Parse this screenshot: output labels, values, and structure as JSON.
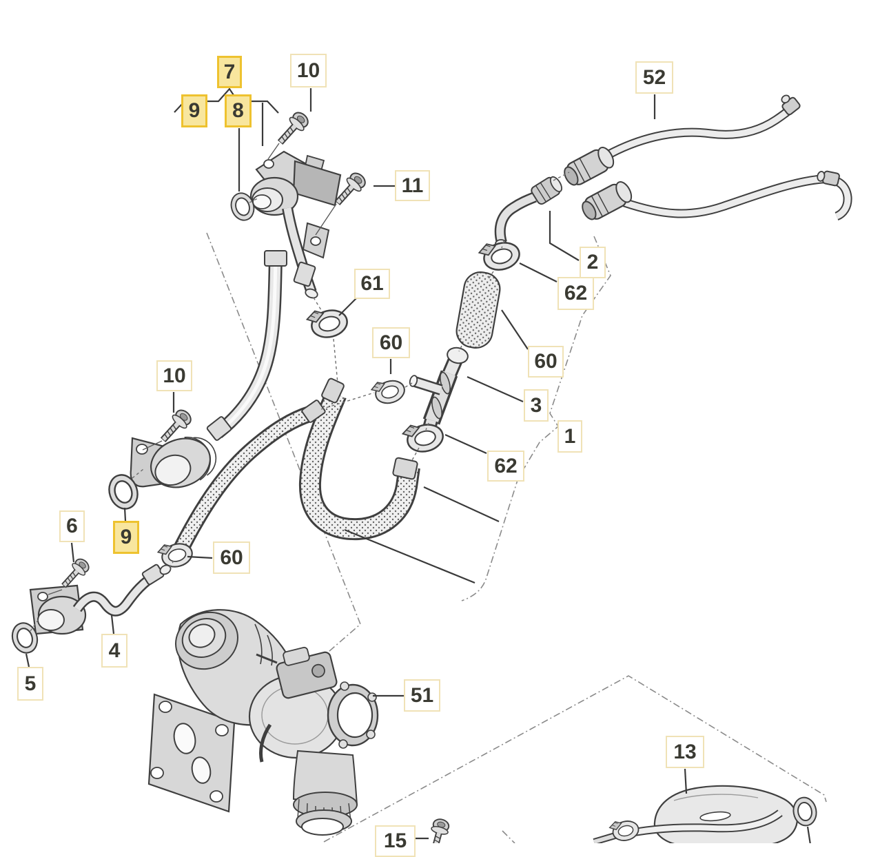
{
  "diagram": {
    "type": "exploded-parts-diagram",
    "background": "#ffffff",
    "line_color": "#3f3f3f",
    "highlight_color": "#f8e69e",
    "highlight_border": "#eec22f",
    "box_border": "#f0e2b6",
    "text_color": "#3a3a32",
    "callouts": [
      {
        "num": "7",
        "highlighted": true
      },
      {
        "num": "10",
        "highlighted": false
      },
      {
        "num": "9",
        "highlighted": true
      },
      {
        "num": "8",
        "highlighted": true
      },
      {
        "num": "52",
        "highlighted": false
      },
      {
        "num": "11",
        "highlighted": false
      },
      {
        "num": "2",
        "highlighted": false
      },
      {
        "num": "62",
        "highlighted": false
      },
      {
        "num": "61",
        "highlighted": false
      },
      {
        "num": "60",
        "highlighted": false
      },
      {
        "num": "60",
        "highlighted": false
      },
      {
        "num": "3",
        "highlighted": false
      },
      {
        "num": "1",
        "highlighted": false
      },
      {
        "num": "62",
        "highlighted": false
      },
      {
        "num": "10",
        "highlighted": false
      },
      {
        "num": "6",
        "highlighted": false
      },
      {
        "num": "9",
        "highlighted": true
      },
      {
        "num": "60",
        "highlighted": false
      },
      {
        "num": "4",
        "highlighted": false
      },
      {
        "num": "5",
        "highlighted": false
      },
      {
        "num": "51",
        "highlighted": false
      },
      {
        "num": "13",
        "highlighted": false
      },
      {
        "num": "15",
        "highlighted": false
      }
    ]
  }
}
